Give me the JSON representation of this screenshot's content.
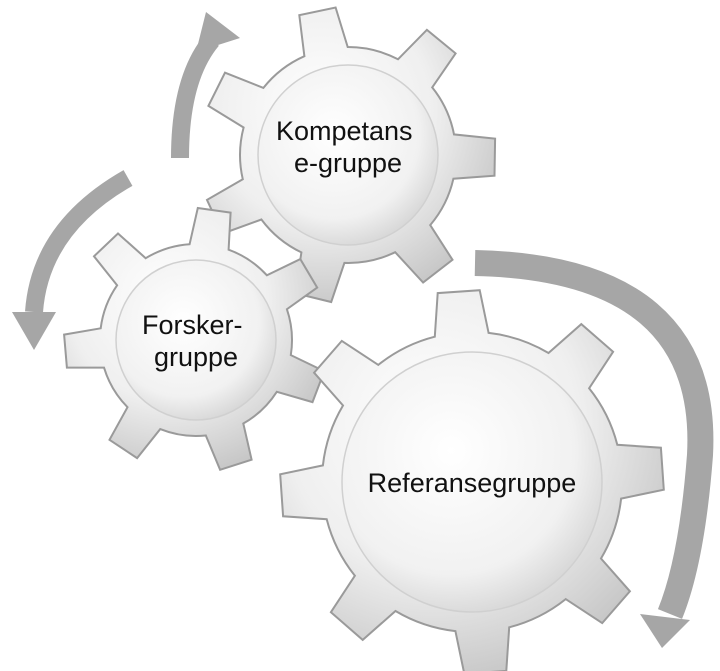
{
  "gears": [
    {
      "id": "kompetanse",
      "label_lines": [
        "Kompetans",
        "e-gruppe"
      ]
    },
    {
      "id": "forsker",
      "label_lines": [
        "Forsker-",
        "gruppe"
      ]
    },
    {
      "id": "referanse",
      "label_lines": [
        "Referansegruppe"
      ]
    }
  ],
  "colors": {
    "gear_fill_light": "#fbfbfb",
    "gear_fill_dark": "#c9c9c9",
    "gear_stroke": "#9a9a9a",
    "arrow": "#a6a6a6",
    "text": "#111111"
  }
}
